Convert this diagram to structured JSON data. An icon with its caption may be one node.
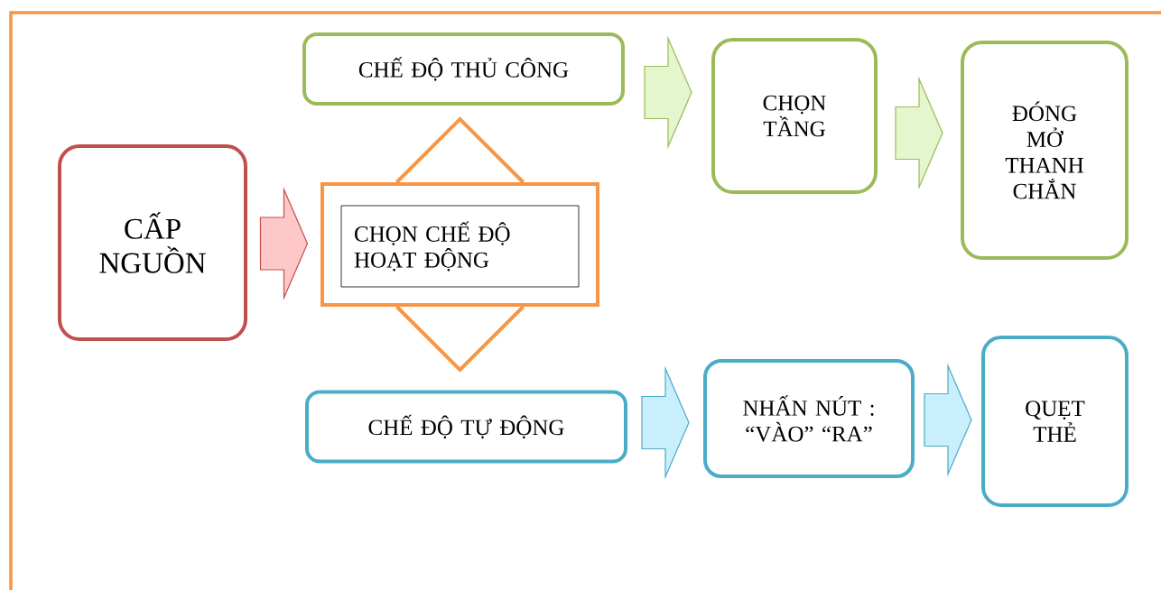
{
  "diagram": {
    "nodes": [
      {
        "text": [
          "CẤP NGUỒN"
        ]
      },
      {
        "text": [],
        "shape": "arrow"
      },
      {
        "text": [
          "CHỌN CHẾ ĐỘ HOẠT ĐỘNG"
        ],
        "in": 1
      },
      {
        "text": [
          "CHẾ ĐỘ THỦ CÔNG"
        ]
      },
      {
        "text": [
          "CHẾ ĐỘ TỰ ĐỘNG"
        ]
      },
      {
        "text": [
          "CHỌN TẦNG"
        ]
      },
      {
        "text": [
          "ĐÓNG MỞ THANH CHẮN"
        ]
      },
      {
        "text": [
          "NHẤN NÚT : “VÀO”  “RA”"
        ]
      },
      {
        "text": [
          "QUẸT THẺ"
        ]
      }
    ],
    "edges": [
      {
        "from": 0,
        "to": 1,
        "arrow": "to",
        "color": "#c0504d"
      },
      {
        "from": 3,
        "to": 5,
        "arrow": "to",
        "color": "#9bbb59"
      },
      {
        "from": 5,
        "to": 6,
        "arrow": "to",
        "color": "#9bbb59"
      },
      {
        "from": 4,
        "to": 7,
        "arrow": "to",
        "color": "#4bacc6"
      },
      {
        "from": 7,
        "to": 8,
        "arrow": "to",
        "color": "#4bacc6"
      }
    ]
  }
}
